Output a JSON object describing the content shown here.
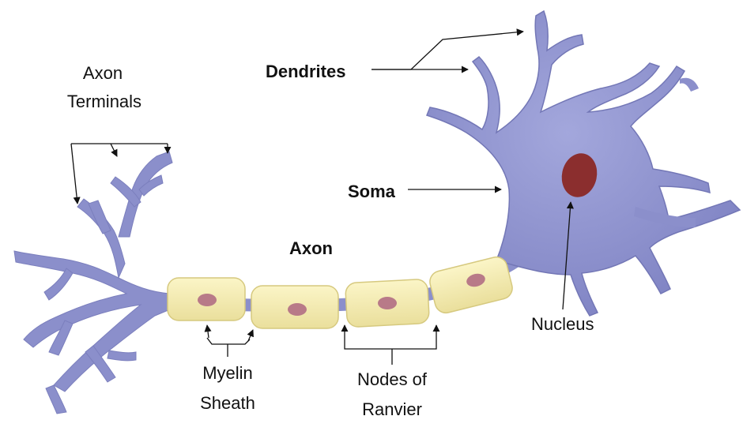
{
  "diagram": {
    "title": "",
    "labels": {
      "axon_terminals_line1": "Axon",
      "axon_terminals_line2": "Terminals",
      "dendrites": "Dendrites",
      "soma": "Soma",
      "axon": "Axon",
      "nucleus": "Nucleus",
      "myelin_line1": "Myelin",
      "myelin_line2": "Sheath",
      "nodes_line1": "Nodes of",
      "nodes_line2": "Ranvier"
    },
    "colors": {
      "neuron_body": "#8b8fcb",
      "neuron_shadow": "#6f73b0",
      "myelin": "#f6eeb0",
      "myelin_edge": "#dccf86",
      "myelin_nucleus": "#b87a88",
      "soma_nucleus": "#8b2e2e",
      "arrow": "#111111"
    }
  }
}
